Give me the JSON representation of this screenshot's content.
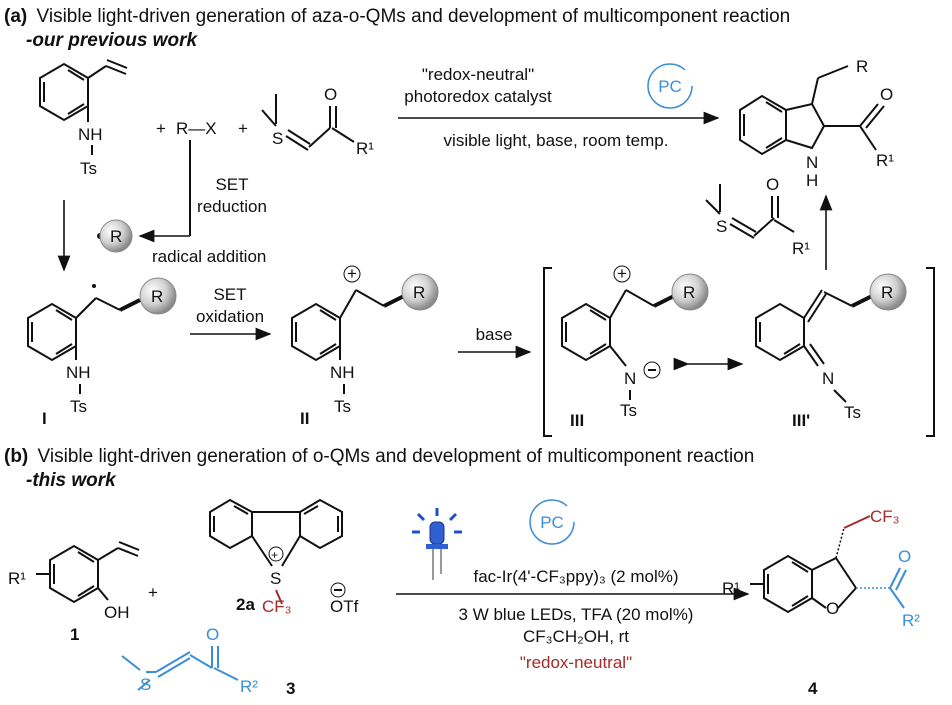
{
  "section_a": {
    "title_prefix": "(a)",
    "title_text": "Visible light-driven generation of aza-o-QMs and development of multicomponent reaction",
    "subtitle": "-our previous work",
    "reagent_plus1": "+",
    "reagent_rx": "R—X",
    "reagent_plus2": "+",
    "top_arrow_above_1": "\"redox-neutral\"",
    "top_arrow_above_2": "photoredox catalyst",
    "top_arrow_below": "visible light, base, room temp.",
    "pc_badge": "PC",
    "set_reduction_1": "SET",
    "set_reduction_2": "reduction",
    "radical_addition": "radical addition",
    "radical_R": "R",
    "set_oxidation_1": "SET",
    "set_oxidation_2": "oxidation",
    "base_label": "base",
    "cmpd_I": "I",
    "cmpd_II": "II",
    "cmpd_III": "III",
    "cmpd_IIIp": "III'",
    "nh": "NH",
    "ts": "Ts",
    "n": "N",
    "r1": "R¹",
    "R": "R",
    "O": "O",
    "H": "H",
    "S": "S"
  },
  "section_b": {
    "title_prefix": "(b)",
    "title_text": "Visible light-driven generation of o-QMs and development of multicomponent reaction",
    "subtitle": "-this work",
    "cmpd_1": "1",
    "cmpd_2a": "2a",
    "cmpd_3": "3",
    "cmpd_4": "4",
    "oh": "OH",
    "r1": "R¹",
    "r2": "R²",
    "cf3": "CF₃",
    "otf": "OTf",
    "plus": "+",
    "pc_badge": "PC",
    "cond_catalyst": "fac-Ir(4'-CF₃ppy)₃ (2 mol%)",
    "cond_light": "3 W blue LEDs, TFA (20 mol%)",
    "cond_solvent": "CF₃CH₂OH, rt",
    "cond_redox": "\"redox-neutral\"",
    "O": "O",
    "S": "S"
  },
  "colors": {
    "accent_blue": "#3b8fd6",
    "accent_red": "#a52a2a",
    "text": "#111111"
  }
}
